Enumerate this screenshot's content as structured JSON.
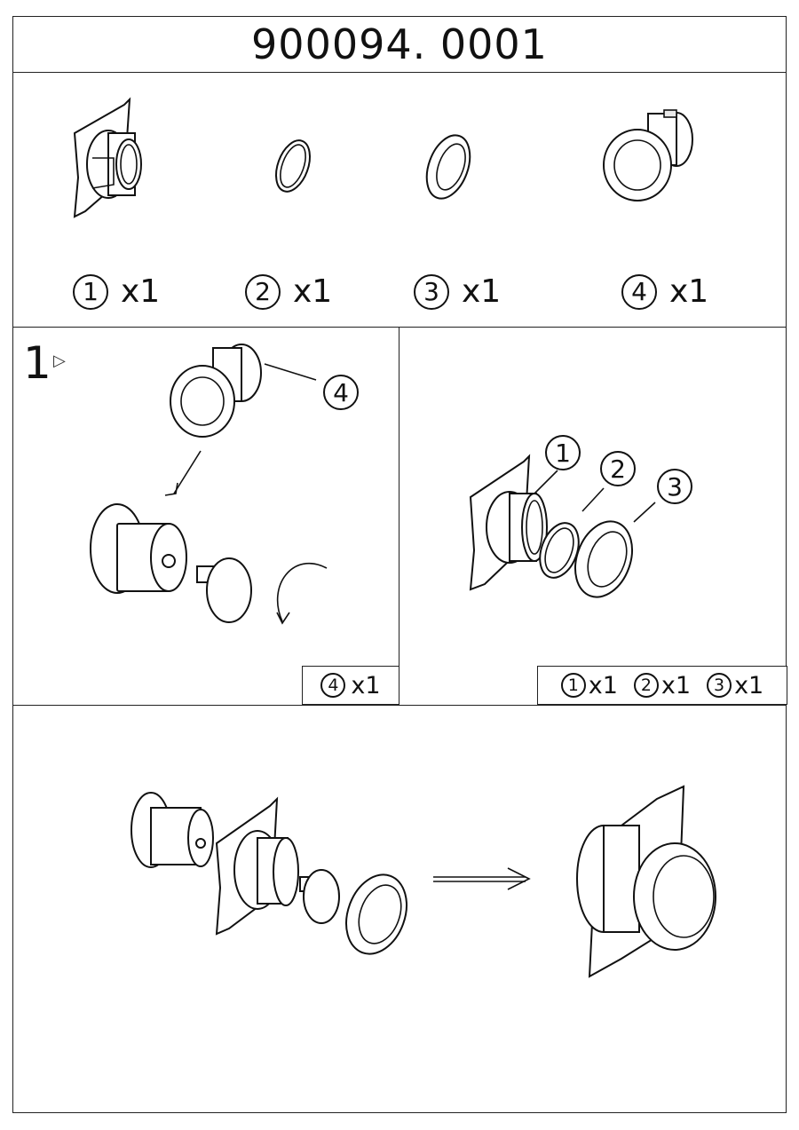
{
  "header": {
    "title": "900094. 0001"
  },
  "parts": [
    {
      "num": "1",
      "qty": "x1"
    },
    {
      "num": "2",
      "qty": "x1"
    },
    {
      "num": "3",
      "qty": "x1"
    },
    {
      "num": "4",
      "qty": "x1"
    }
  ],
  "step1": {
    "number": "1",
    "callout": "4",
    "badge": {
      "num": "4",
      "qty": "x1"
    }
  },
  "step2": {
    "callouts": [
      "1",
      "2",
      "3"
    ],
    "badge": [
      {
        "num": "1",
        "qty": "x1"
      },
      {
        "num": "2",
        "qty": "x1"
      },
      {
        "num": "3",
        "qty": "x1"
      }
    ]
  }
}
